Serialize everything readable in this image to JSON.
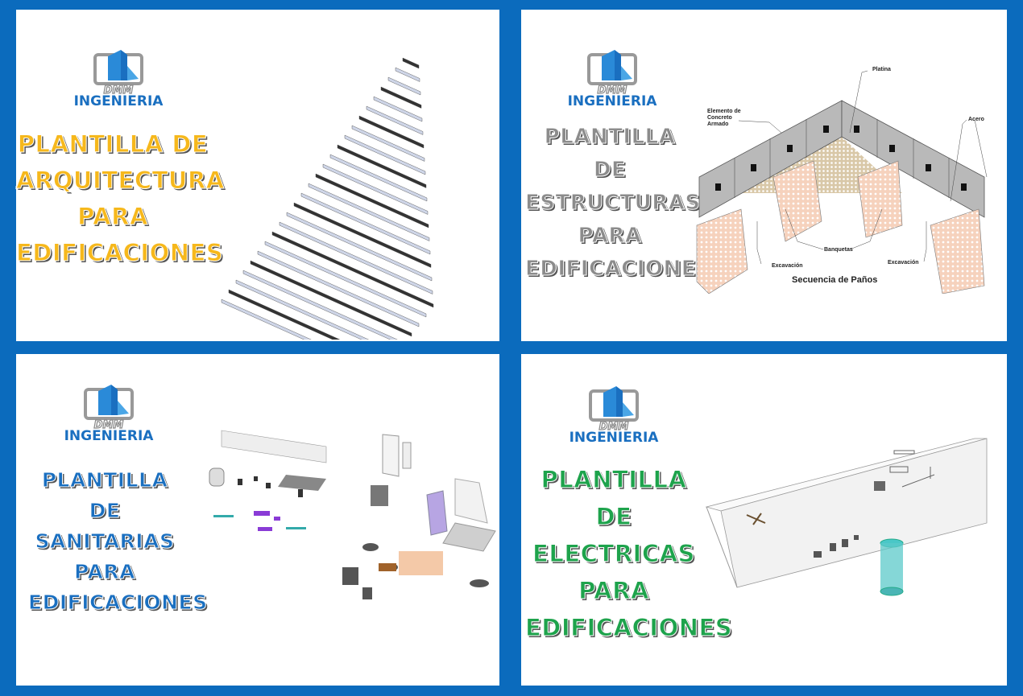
{
  "brand": {
    "logo_mark": "DMM",
    "name": "INGENIERIA",
    "colors": {
      "blue": "#1a6fc0",
      "gray": "#8c8c8c"
    }
  },
  "panels": [
    {
      "title_lines": [
        "PLANTILLA DE",
        "ARQUITECTURA",
        "PARA",
        "EDIFICACIONES"
      ],
      "color": "#f6b81c"
    },
    {
      "title_lines": [
        "PLANTILLA DE",
        "ESTRUCTURAS",
        "PARA",
        "EDIFICACIONES"
      ],
      "color": "#8c8c8c",
      "diagram": {
        "labels": {
          "platina": "Platina",
          "elemento1": "Elemento de",
          "elemento2": "Concreto",
          "elemento3": "Armado",
          "acero": "Acero",
          "banquetas": "Banquetas",
          "excavacion_left": "Excavación",
          "excavacion_right": "Excavación"
        },
        "caption": "Secuencia de Paños"
      }
    },
    {
      "title_lines": [
        "PLANTILLA DE",
        "SANITARIAS",
        "PARA",
        "EDIFICACIONES"
      ],
      "color": "#1a6fc0"
    },
    {
      "title_lines": [
        "PLANTILLA DE",
        "ELECTRICAS",
        "PARA",
        "EDIFICACIONES"
      ],
      "color": "#1ea34c"
    }
  ]
}
